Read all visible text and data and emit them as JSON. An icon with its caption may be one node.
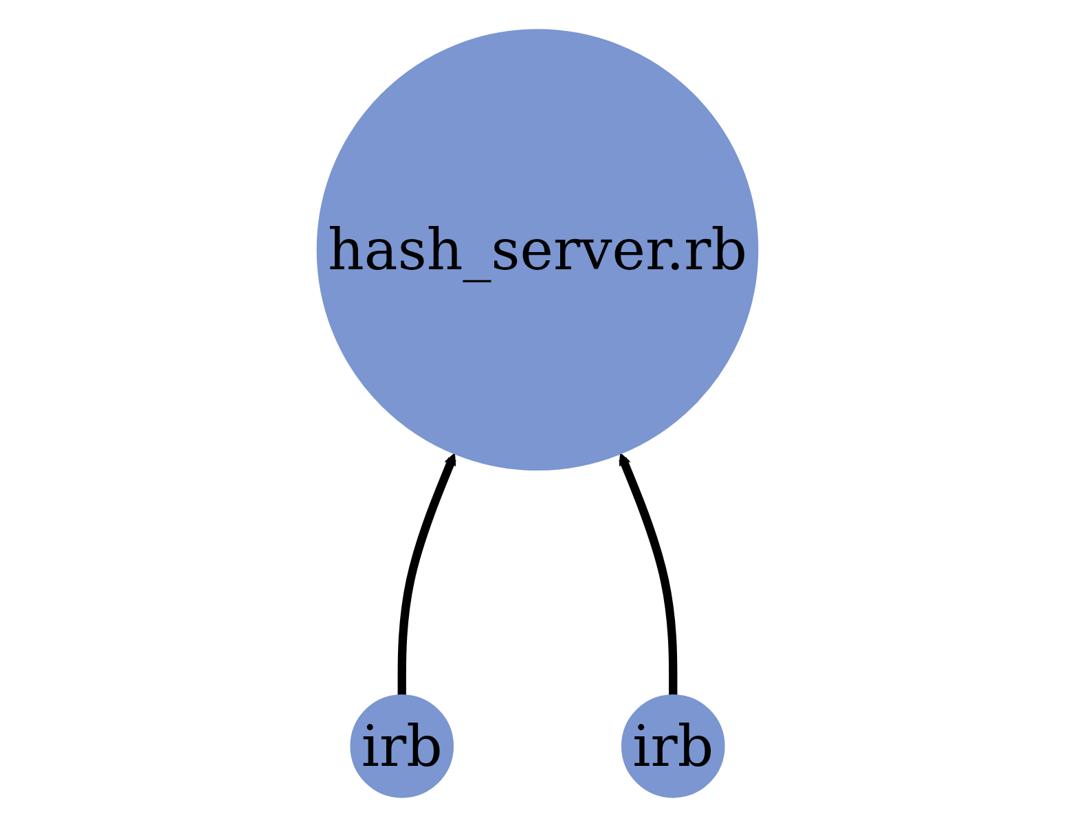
{
  "diagram": {
    "nodes": [
      {
        "text": [
          "hash_server.rb"
        ]
      },
      {
        "text": [
          "irb"
        ]
      },
      {
        "text": [
          "irb"
        ]
      }
    ],
    "edges": [
      {
        "from": 1,
        "to": 0,
        "arrow": "to"
      },
      {
        "from": 2,
        "to": 0,
        "arrow": "to"
      }
    ]
  }
}
